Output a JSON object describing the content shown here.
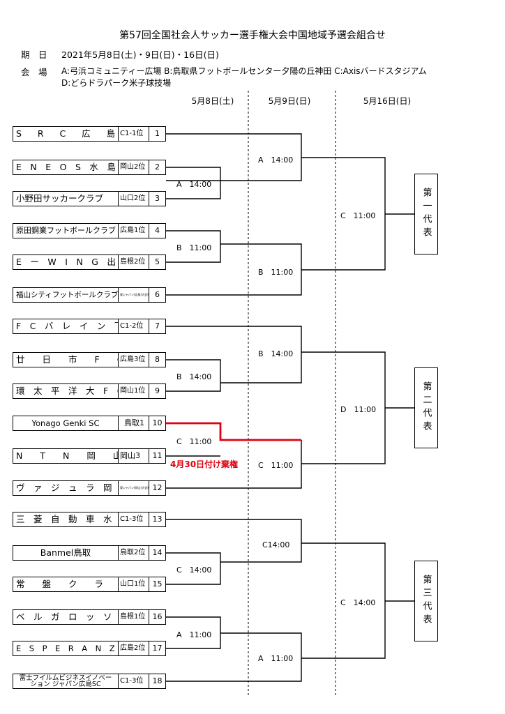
{
  "title": "第57回全国社会人サッカー選手権大会中国地域予選会組合せ",
  "dates": {
    "label": "期　日",
    "value": "2021年5月8日(土)・9日(日)・16日(日)"
  },
  "venues": {
    "label": "会　場",
    "line1": "A:弓浜コミュニティー広場  B:鳥取県フットボールセンター夕陽の丘神田  C:Axisバードスタジアム",
    "line2": "D:どらドラパーク米子球技場"
  },
  "days": [
    "5月8日(土)",
    "5月9日(日)",
    "5月16日(日)"
  ],
  "teams": [
    {
      "seed": "1",
      "name": "S　R　C　広　島",
      "qual": "C1-1位"
    },
    {
      "seed": "2",
      "name": "E　N　E　O　S　水　島",
      "qual": "岡山2位"
    },
    {
      "seed": "3",
      "name": "小野田サッカークラブ",
      "qual": "山口2位"
    },
    {
      "seed": "4",
      "name": "原田鋼業フットボールクラブ",
      "qual": "広島1位"
    },
    {
      "seed": "5",
      "name": "E　ー　W　I　N　G　出　雲",
      "qual": "島根2位"
    },
    {
      "seed": "6",
      "name": "福山シティフットボールクラブ",
      "qual": "東ジャパン(広島)大会特別出場"
    },
    {
      "seed": "7",
      "name": "F　C　バ　レ　イ　ン　下　関",
      "qual": "C1-2位"
    },
    {
      "seed": "8",
      "name": "廿　　日　　市　　F　　C",
      "qual": "広島3位"
    },
    {
      "seed": "9",
      "name": "環　太　平　洋　大　F　C",
      "qual": "岡山1位"
    },
    {
      "seed": "10",
      "name": "Yonago Genki SC",
      "qual": "鳥取1"
    },
    {
      "seed": "11",
      "name": "N　　T　　N　　岡　　山",
      "qual": "岡山3"
    },
    {
      "seed": "12",
      "name": "ヴ　ァ　ジ　ュ　ラ　岡　山",
      "qual": "東ジャパン(岡山)大会特別出場"
    },
    {
      "seed": "13",
      "name": "三　菱　自　動　車　水　島　F　C",
      "qual": "C1-3位"
    },
    {
      "seed": "14",
      "name": "Banmel鳥取",
      "qual": "鳥取2位"
    },
    {
      "seed": "15",
      "name": "常　　盤　　ク　　ラ　　ブ",
      "qual": "山口1位"
    },
    {
      "seed": "16",
      "name": "ベ　ル　ガ　ロ　ッ　ソ　浜　田",
      "qual": "島根1位"
    },
    {
      "seed": "17",
      "name": "E　S　P　E　R　A　N　Z　A　　F　C",
      "qual": "広島2位"
    },
    {
      "seed": "18",
      "name": "富士フイルムビジネスイノベーション ジャパン広島SC",
      "qual": "C1-3位"
    }
  ],
  "matches": {
    "r1_a": "A　14:00",
    "r1_b": "B　11:00",
    "r1_c": "B　14:00",
    "r1_d": "C　11:00",
    "r1_e": "C　14:00",
    "r1_f": "A　11:00",
    "r2_a": "A　14:00",
    "r2_b": "B　11:00",
    "r2_c": "B　14:00",
    "r2_d": "C　11:00",
    "r2_e": "C14:00",
    "r2_f": "A　11:00",
    "r3_a": "C　11:00",
    "r3_b": "D　11:00",
    "r3_c": "C　14:00"
  },
  "reps": [
    "第一代表",
    "第二代表",
    "第三代表"
  ],
  "note": "4月30日付け棄権",
  "colors": {
    "forfeit_line": "#e0000f",
    "note_text": "#e0000f"
  }
}
